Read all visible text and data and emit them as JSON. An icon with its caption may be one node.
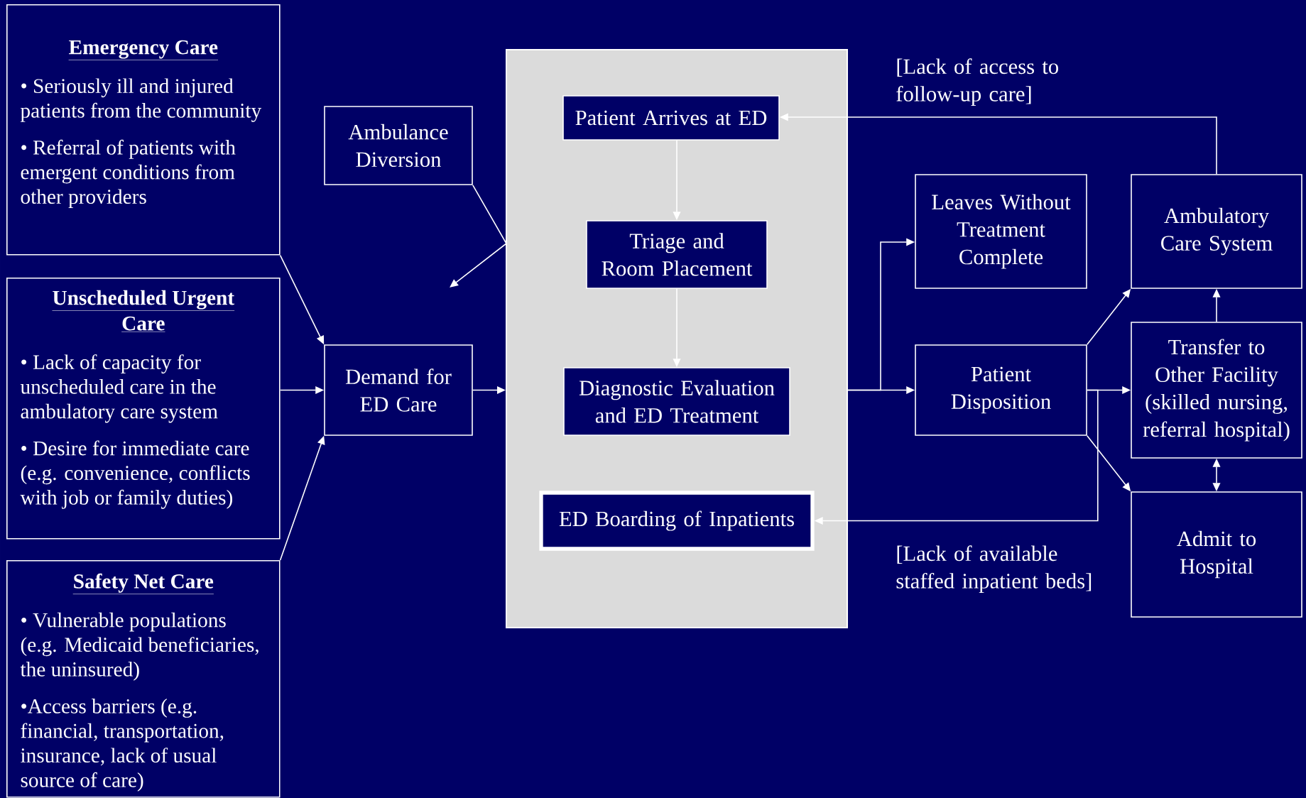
{
  "diagram": {
    "nodes": [
      {
        "text": [
          "Emergency Care",
          "• Seriously ill and injured patients from the community",
          "• Referral of patients with emergent conditions from other providers"
        ]
      },
      {
        "text": [
          "Unscheduled Urgent Care",
          "• Lack of capacity for unscheduled care in the ambulatory care system",
          "• Desire for immediate care (e.g. convenience, conflicts with job or family duties)"
        ]
      },
      {
        "text": [
          "Safety Net Care",
          "• Vulnerable populations (e.g. Medicaid beneficiaries, the uninsured)",
          "•Access barriers (e.g. financial, transportation, insurance, lack of usual source of care)"
        ]
      },
      {
        "text": [
          "Ambulance Diversion"
        ]
      },
      {
        "text": [
          "Demand for ED Care"
        ]
      },
      {
        "text": [],
        "shape": "box"
      },
      {
        "text": [
          "Patient Arrives at ED"
        ],
        "in": 5
      },
      {
        "text": [
          "Triage and Room Placement"
        ],
        "in": 5
      },
      {
        "text": [
          "Diagnostic Evaluation and ED Treatment"
        ],
        "in": 5
      },
      {
        "text": [
          "ED Boarding of Inpatients"
        ],
        "in": 5
      },
      {
        "text": [
          "Leaves Without Treatment Complete"
        ]
      },
      {
        "text": [
          "Patient Disposition"
        ]
      },
      {
        "text": [
          "Ambulatory Care System"
        ]
      },
      {
        "text": [
          "Transfer to Other Facility (skilled nursing, referral hospital)"
        ]
      },
      {
        "text": [
          "Admit to Hospital"
        ]
      }
    ],
    "edges": [
      {
        "from": 0,
        "to": 4,
        "arrow": "to"
      },
      {
        "from": 1,
        "to": 4,
        "arrow": "to"
      },
      {
        "from": 2,
        "to": 4,
        "arrow": "to"
      },
      {
        "from": 4,
        "to": 5,
        "arrow": "to"
      },
      {
        "from": 3,
        "to": null,
        "arrow": "to"
      },
      {
        "from": 6,
        "to": 7,
        "arrow": "to"
      },
      {
        "from": 7,
        "to": 8,
        "arrow": "to"
      },
      {
        "from": 5,
        "to": 10,
        "arrow": "to"
      },
      {
        "from": 5,
        "to": 11,
        "arrow": "to"
      },
      {
        "from": 11,
        "to": 12,
        "arrow": "to"
      },
      {
        "from": 11,
        "to": 13,
        "arrow": "to"
      },
      {
        "from": 11,
        "to": 14,
        "arrow": "to"
      },
      {
        "from": 13,
        "to": 12,
        "arrow": "to"
      },
      {
        "from": 13,
        "to": 14,
        "arrow": "both"
      },
      {
        "from": 12,
        "to": 6,
        "arrow": "to",
        "label": "[Lack of access to follow-up care]"
      },
      {
        "from": 11,
        "to": 9,
        "arrow": "to",
        "label": "[Lack of available staffed inpatient beds]"
      }
    ]
  }
}
